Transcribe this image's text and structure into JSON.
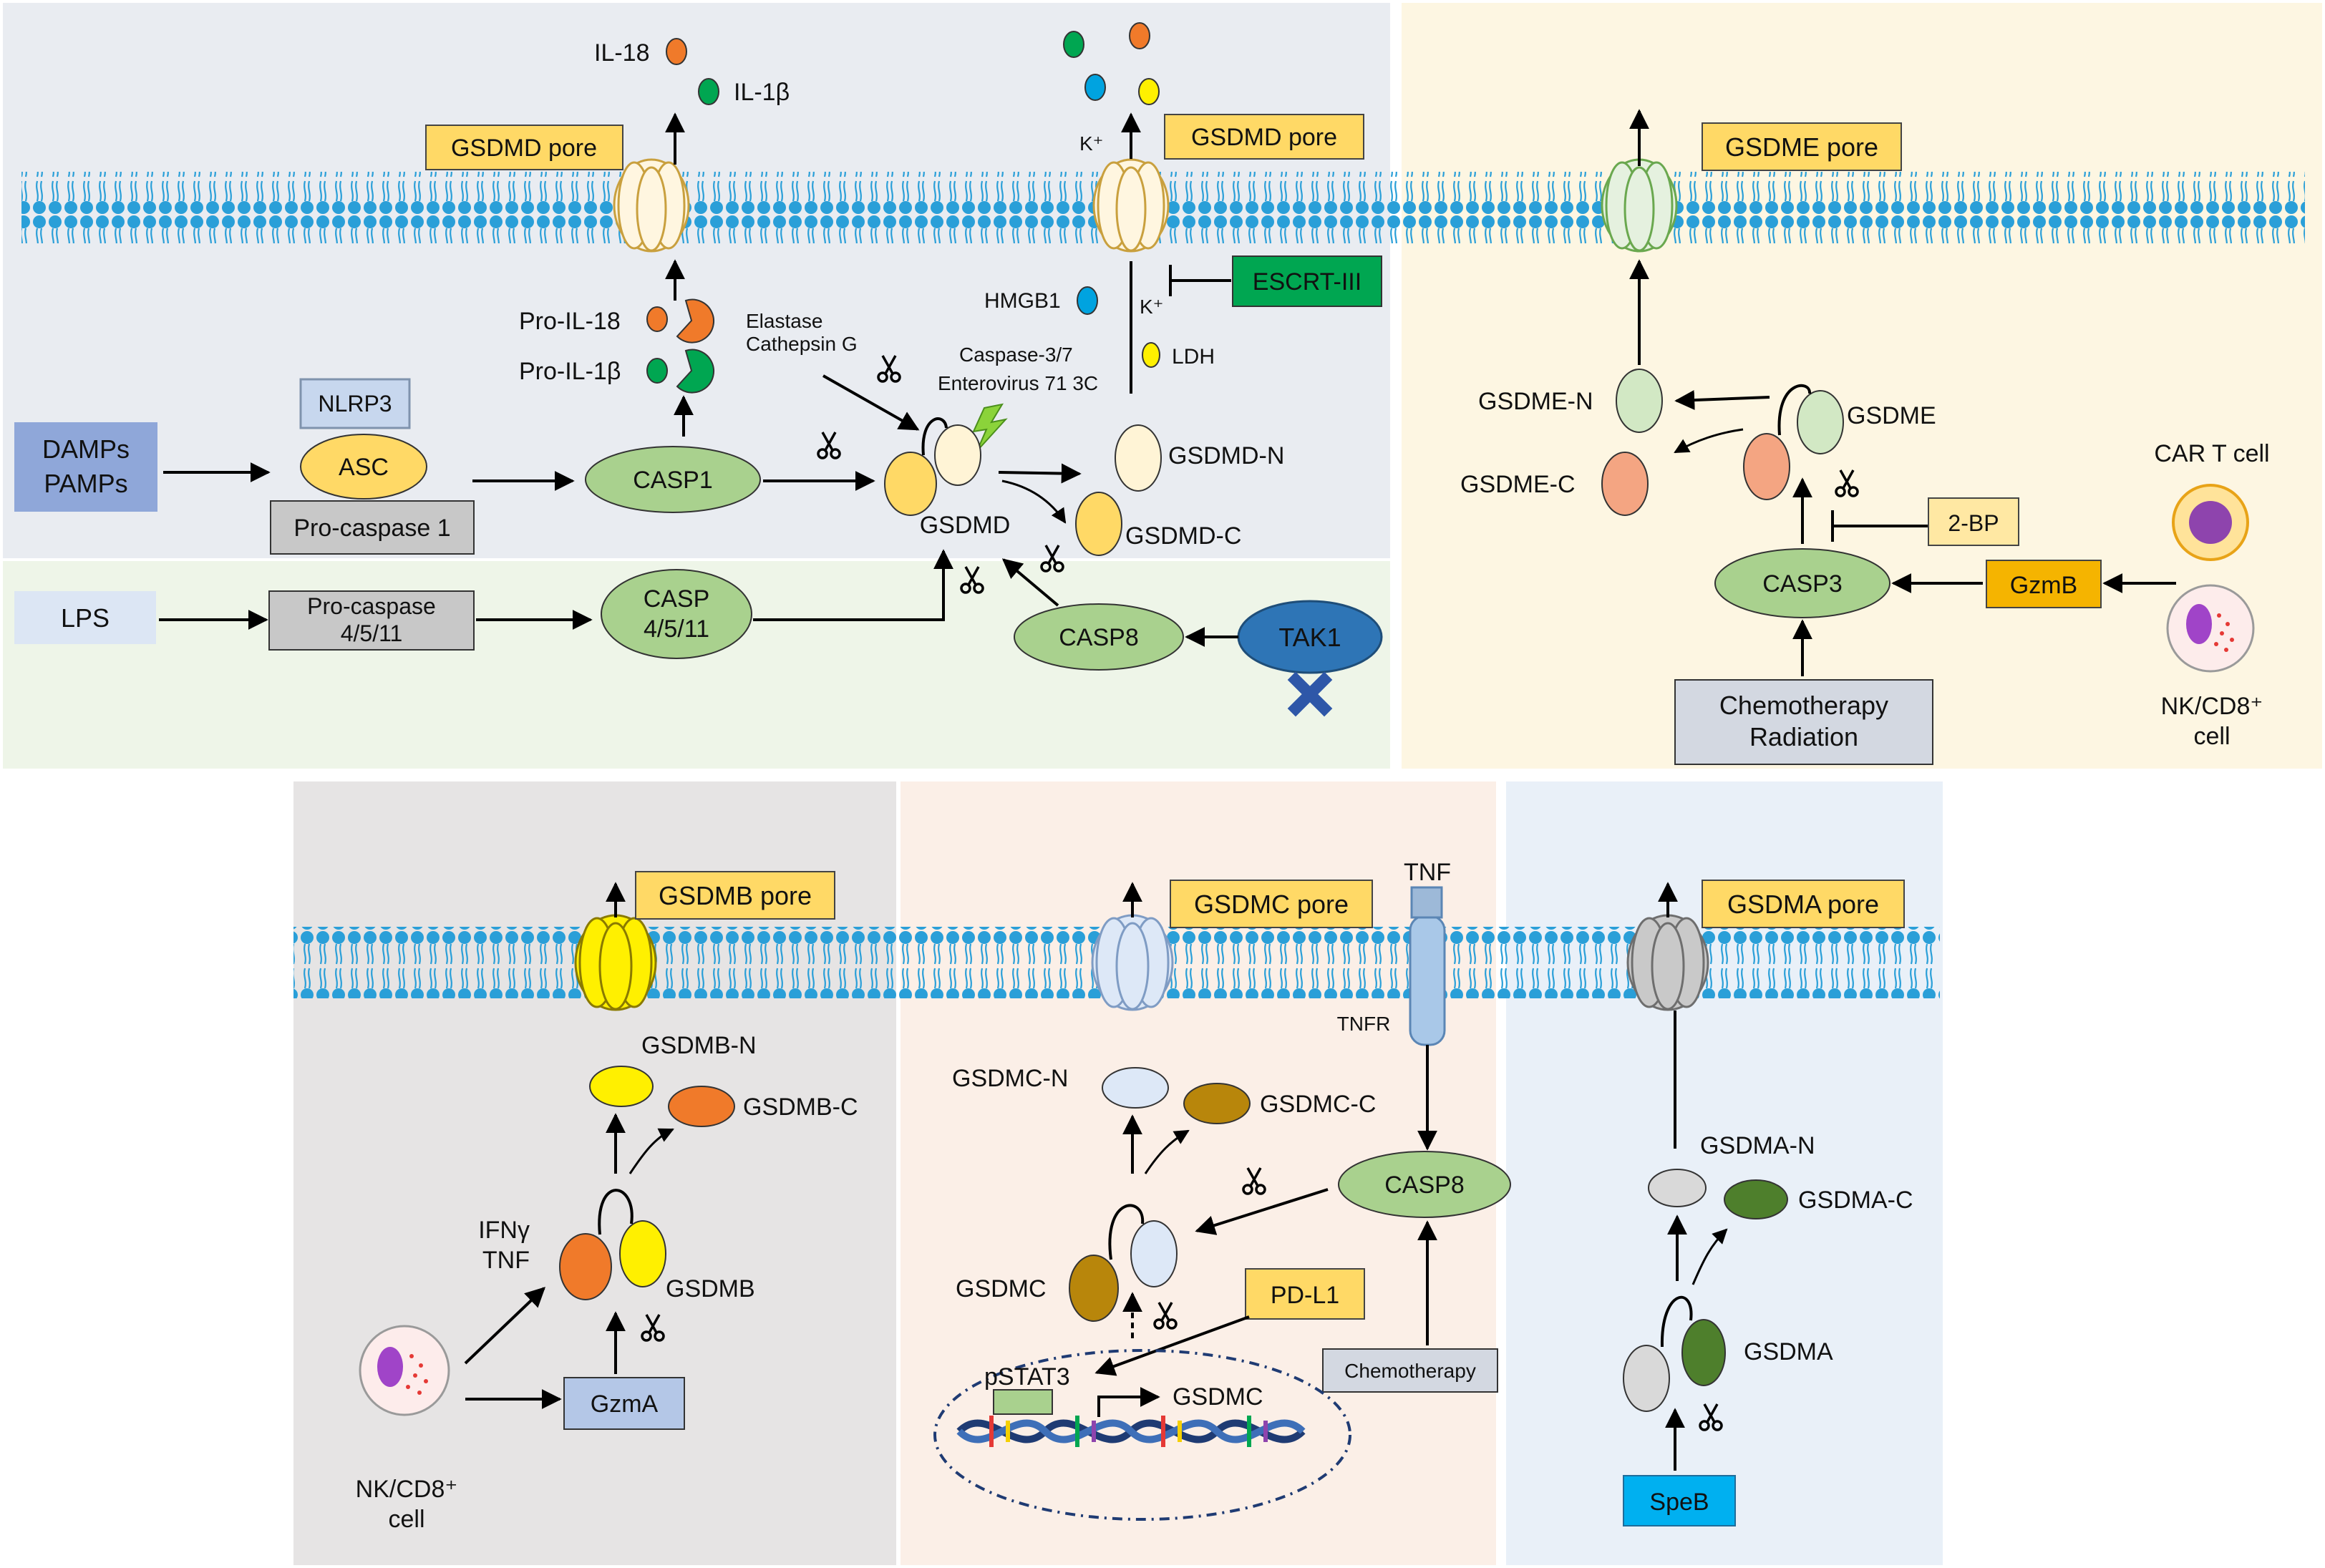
{
  "colors": {
    "panel_gsdmd": "#e9ecf1",
    "panel_noncanonical": "#eef5e8",
    "panel_gsdme": "#fdf6e2",
    "panel_gsdmb": "#e6e4e4",
    "panel_gsdmc": "#fbefe7",
    "panel_gsdma": "#e9f0f8",
    "membrane_blue": "#2a9fd8",
    "pore_label_fill": "#ffd966",
    "escrt_green": "#00a651",
    "tak1_blue": "#2e75b6",
    "speb_cyan": "#00b0f0",
    "gzmb_orange": "#f5b400"
  },
  "icons": [
    "scissors-icon",
    "cross-mark-icon",
    "lightning-icon",
    "dna-icon",
    "membrane-pore-icon",
    "cell-icon"
  ],
  "gsdmd_panel": {
    "il18": "IL-18",
    "il1b": "IL-1β",
    "pore_label_1": "GSDMD pore",
    "pore_label_2": "GSDMD pore",
    "kplus_out": "K⁺",
    "kplus_in": "K⁺",
    "escrt": "ESCRT-III",
    "hmgb1": "HMGB1",
    "ldh": "LDH",
    "pro_il18": "Pro-IL-18",
    "pro_il1b": "Pro-IL-1β",
    "elastase": "Elastase",
    "cathepsin": "Cathepsin G",
    "caspase37": "Caspase-3/7",
    "enterovirus": "Enterovirus 71 3C",
    "nlrp3": "NLRP3",
    "asc": "ASC",
    "pro_caspase1": "Pro-caspase 1",
    "damps": "DAMPs",
    "pamps": "PAMPs",
    "casp1": "CASP1",
    "gsdmd": "GSDMD",
    "gsdmd_n": "GSDMD-N",
    "gsdmd_c": "GSDMD-C"
  },
  "noncanonical_panel": {
    "lps": "LPS",
    "pro_caspase_line1": "Pro-caspase",
    "pro_caspase_line2": "4/5/11",
    "casp_line1": "CASP",
    "casp_line2": "4/5/11",
    "casp8": "CASP8",
    "tak1": "TAK1"
  },
  "gsdme_panel": {
    "pore_label": "GSDME pore",
    "gsdme_n": "GSDME-N",
    "gsdme_c": "GSDME-C",
    "gsdme": "GSDME",
    "two_bp": "2-BP",
    "casp3": "CASP3",
    "gzmb": "GzmB",
    "car_t": "CAR T cell",
    "nk_line1": "NK/CD8⁺",
    "nk_line2": "cell",
    "chemo_line1": "Chemotherapy",
    "chemo_line2": "Radiation"
  },
  "gsdmb_panel": {
    "pore_label": "GSDMB pore",
    "gsdmb_n": "GSDMB-N",
    "gsdmb_c": "GSDMB-C",
    "ifng": "IFNγ",
    "tnf": "TNF",
    "gsdmb": "GSDMB",
    "gzma": "GzmA",
    "nk_line1": "NK/CD8⁺",
    "nk_line2": "cell"
  },
  "gsdmc_panel": {
    "pore_label": "GSDMC pore",
    "tnf": "TNF",
    "tnfr": "TNFR",
    "gsdmc_n": "GSDMC-N",
    "gsdmc_c": "GSDMC-C",
    "casp8": "CASP8",
    "gsdmc": "GSDMC",
    "pdl1": "PD-L1",
    "pstat3": "pSTAT3",
    "gsdmc_gene": "GSDMC",
    "chemo": "Chemotherapy"
  },
  "gsdma_panel": {
    "pore_label": "GSDMA pore",
    "gsdma_n": "GSDMA-N",
    "gsdma_c": "GSDMA-C",
    "gsdma": "GSDMA",
    "speb": "SpeB"
  }
}
